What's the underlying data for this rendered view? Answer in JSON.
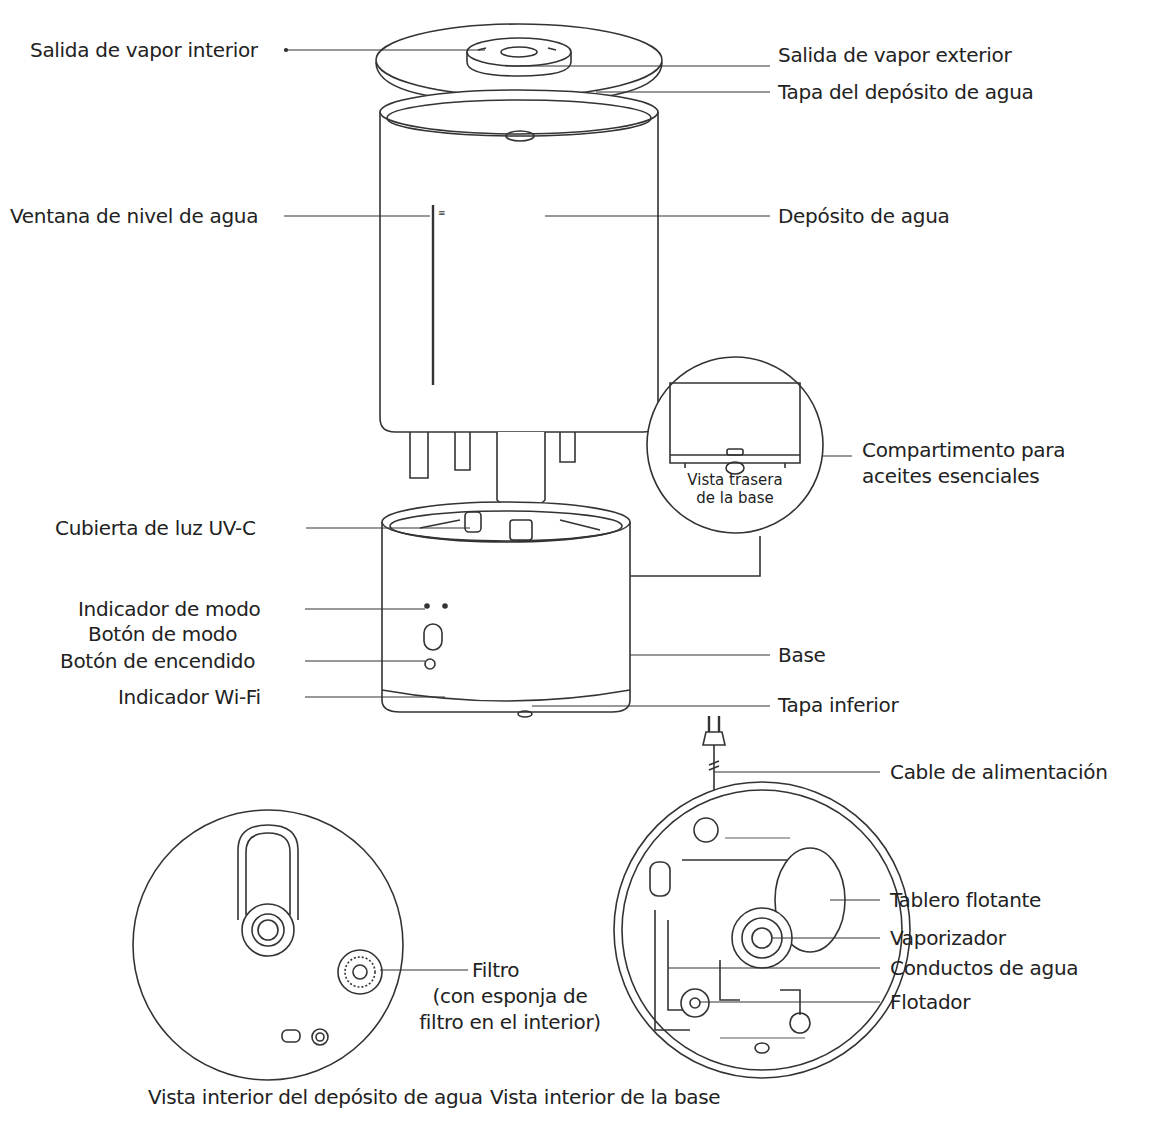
{
  "diagram": {
    "nodes": [
      {
        "text": [
          "Vista trasera de la base"
        ]
      }
    ],
    "labels": [
      "Salida de vapor interior",
      "Salida de vapor exterior",
      "Tapa del depósito de agua",
      "Ventana de nivel de agua",
      "Depósito de agua",
      "Compartimento para aceites esenciales",
      "Cubierta de luz UV-C",
      "Indicador de modo",
      "Botón de modo",
      "Botón de encendido",
      "Indicador Wi-Fi",
      "Base",
      "Tapa inferior",
      "Cable de alimentación",
      "Filtro",
      "(con esponja de filtro en el interior)",
      "Tablero flotante",
      "Vaporizador",
      "Conductos de agua",
      "Flotador",
      "Vista interior del depósito de agua",
      "Vista interior de la base"
    ]
  }
}
